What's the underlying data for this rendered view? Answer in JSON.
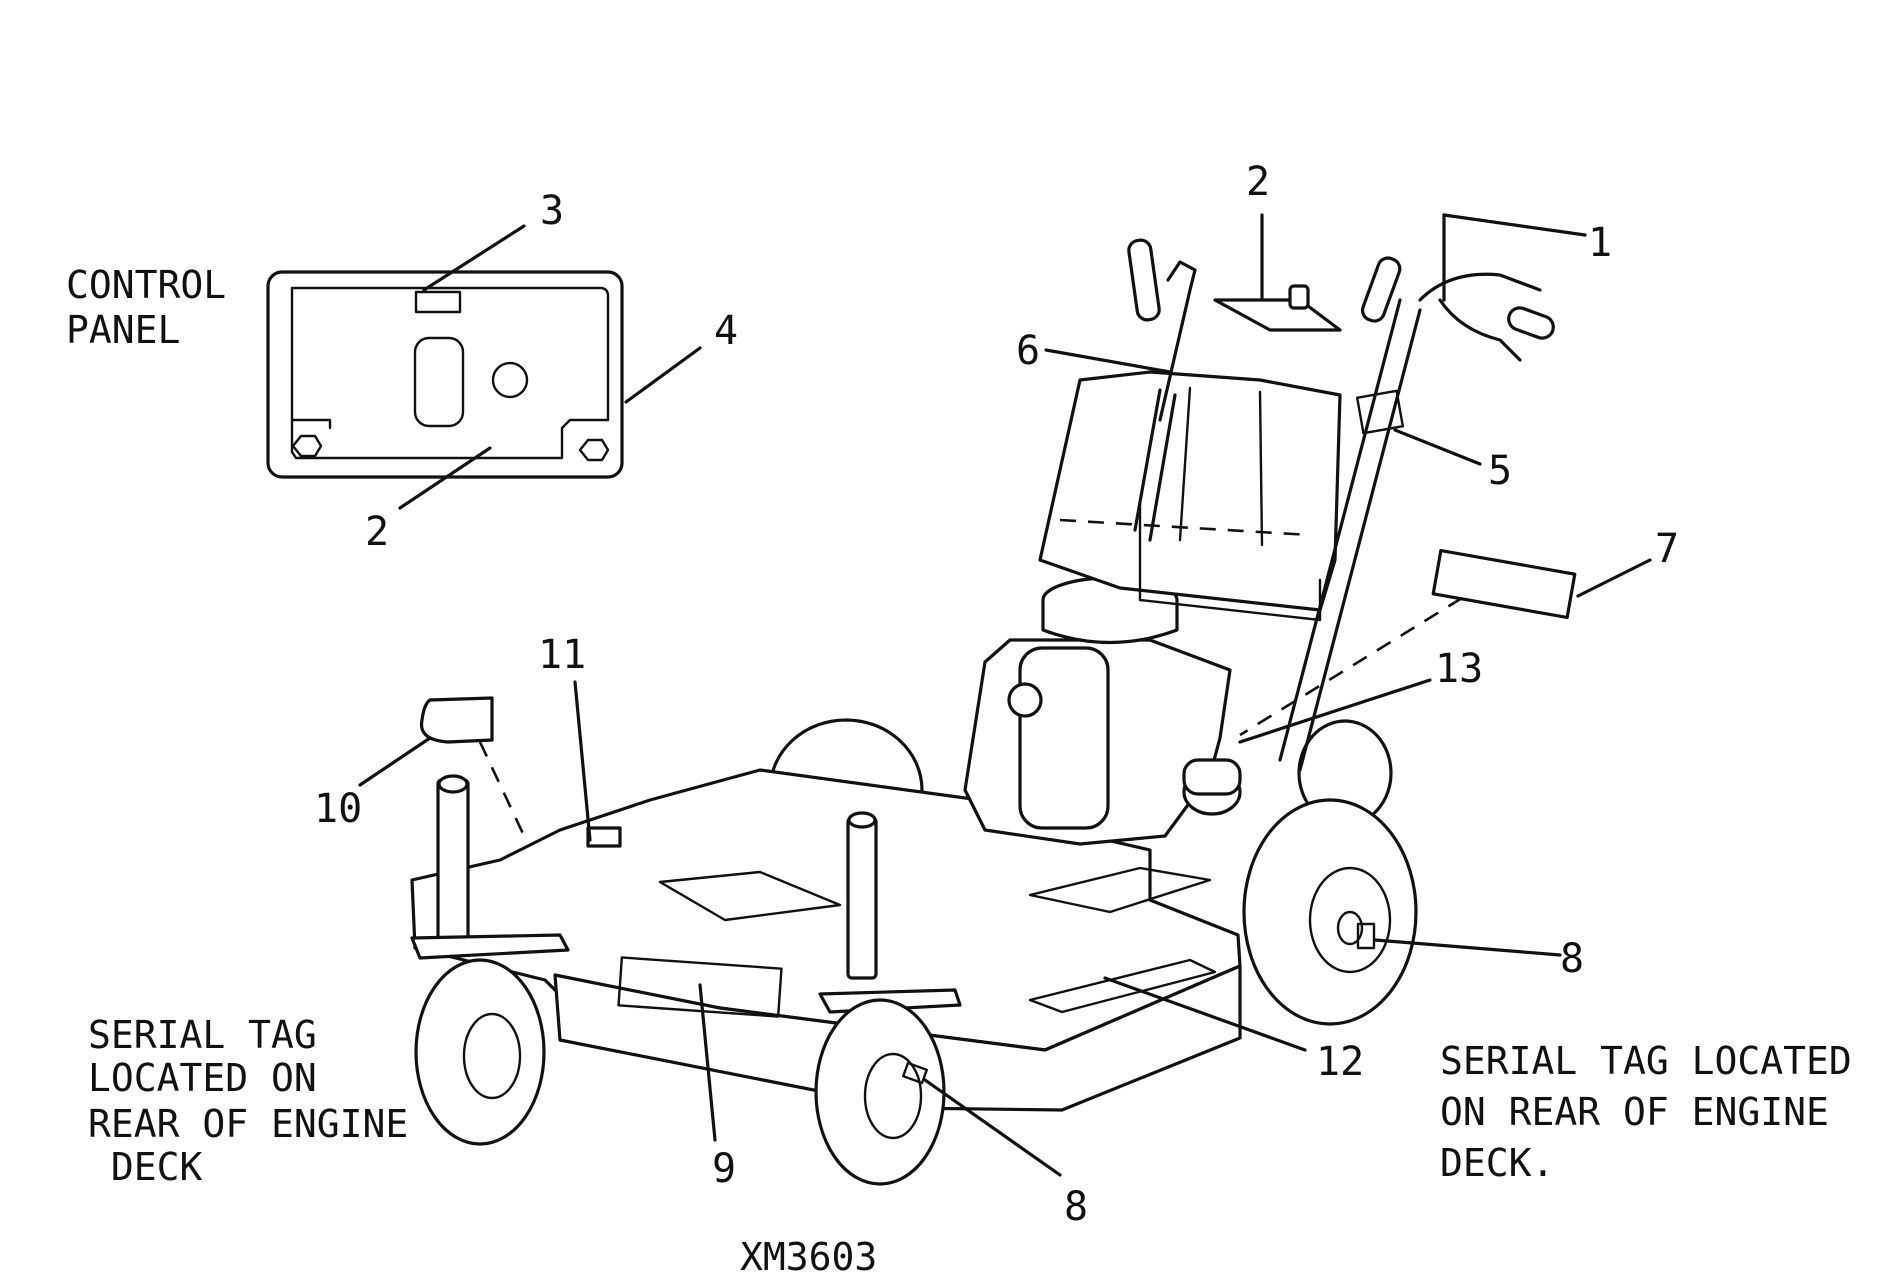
{
  "figure_id": "XM3603",
  "notes": {
    "control_panel": [
      "CONTROL",
      "PANEL"
    ],
    "serial_left": [
      "SERIAL TAG",
      "LOCATED ON",
      "REAR OF ENGINE",
      " DECK"
    ],
    "serial_right": [
      "SERIAL TAG LOCATED",
      "ON REAR OF ENGINE",
      "DECK."
    ]
  },
  "callouts": {
    "panel": [
      "3",
      "4",
      "2"
    ],
    "mower": [
      "2",
      "1",
      "6",
      "5",
      "7",
      "13",
      "11",
      "10",
      "8",
      "12",
      "9",
      "8"
    ]
  },
  "colors": {
    "ink": "#111111",
    "paper": "#ffffff"
  }
}
